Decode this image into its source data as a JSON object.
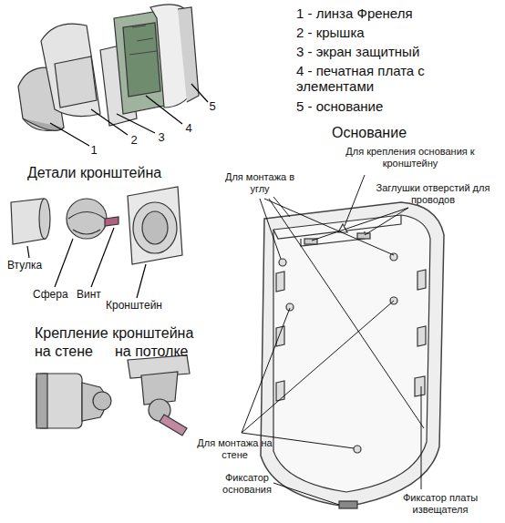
{
  "diagram": {
    "labels": [
      "1 - линза Френеля",
      "2 - крышка",
      "3 - экран защитный",
      "4 - печатная плата с элементами",
      "5 - основание",
      "1",
      "2",
      "3",
      "4",
      "5",
      "Основание",
      "Детали кронштейна",
      "Втулка",
      "Сфера",
      "Винт",
      "Кронштейн",
      "Крепление кронштейна",
      "на стене",
      "на потолке",
      "Для крепления основания к кронштейну",
      "Для монтажа в углу",
      "Заглушки отверстий для проводов",
      "Для монтажа на стене",
      "Фиксатор основания",
      "Фиксатор платы извещателя"
    ]
  }
}
